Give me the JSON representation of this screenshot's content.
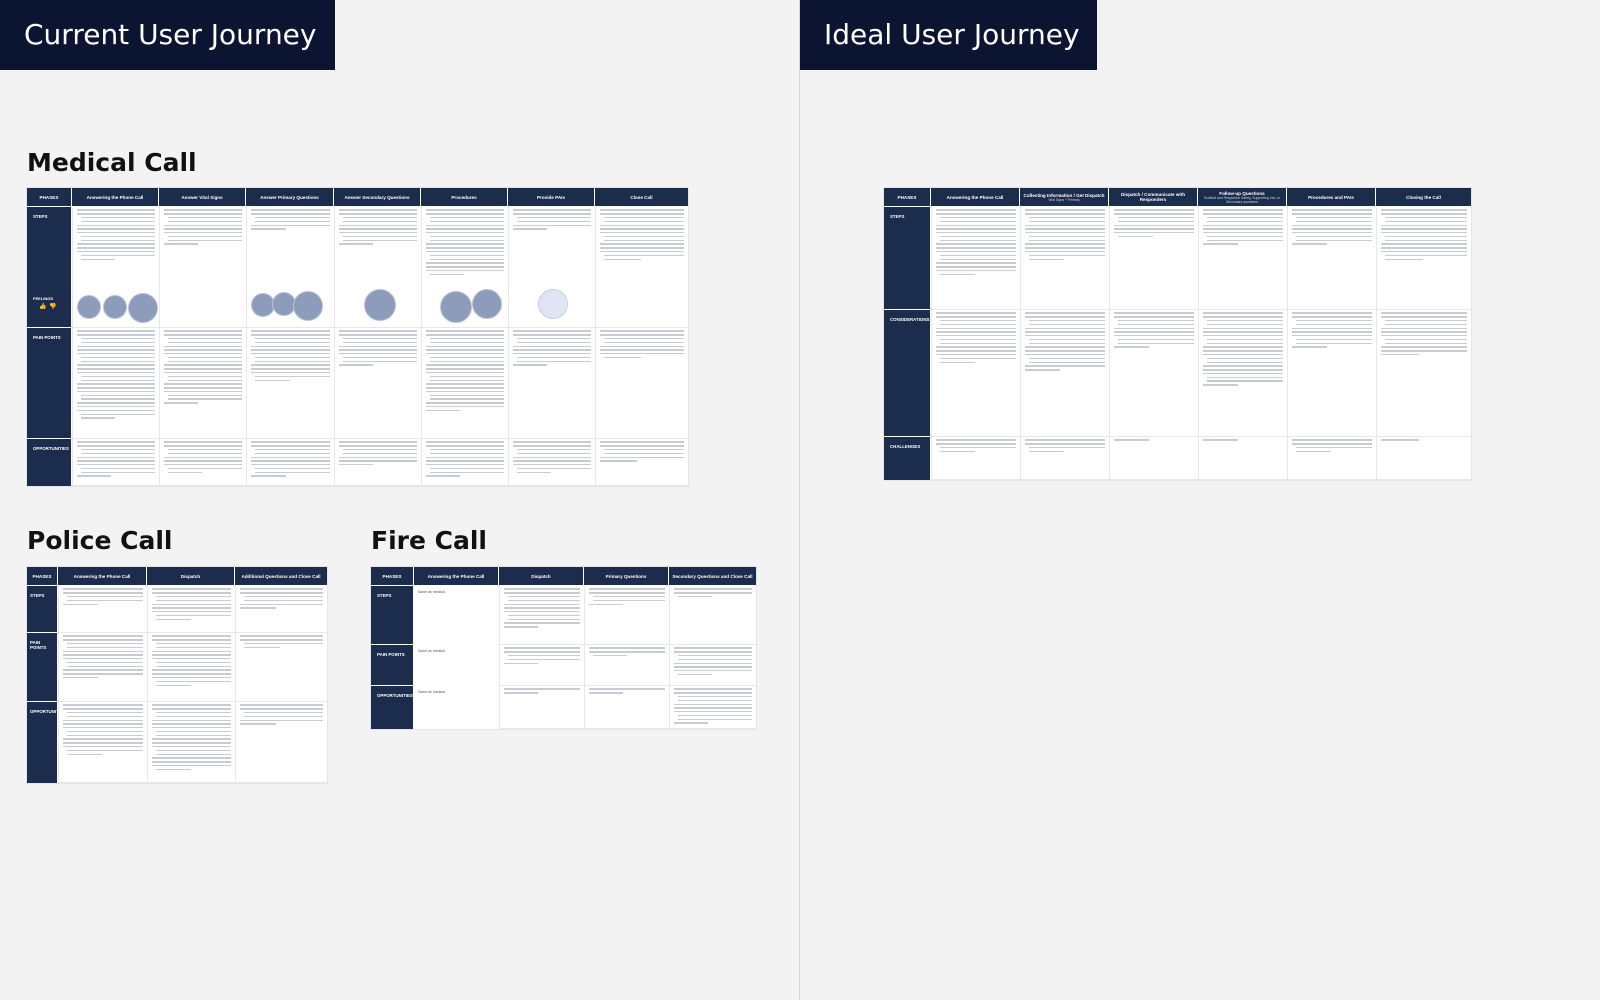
{
  "current_journey": {
    "title": "Current User Journey",
    "medical": {
      "title": "Medical Call",
      "phases_label": "PHASES",
      "phases": [
        "Answering the Phone Call",
        "Answer Vital Signs",
        "Answer Primary Questions",
        "Answer Secondary Questions",
        "Procedures",
        "Provide PAIs",
        "Close Call"
      ],
      "rows": [
        "STEPS",
        "PAIN POINTS",
        "OPPORTUNITIES"
      ],
      "feelings_label": "FEELINGS"
    },
    "police": {
      "title": "Police Call",
      "phases_label": "PHASES",
      "phases": [
        "Answering the Phone Call",
        "Dispatch",
        "Additional Questions and Close Call"
      ],
      "rows": [
        "STEPS",
        "PAIN POINTS",
        "OPPORTUNITIES"
      ]
    },
    "fire": {
      "title": "Fire Call",
      "phases_label": "PHASES",
      "phases": [
        "Answering the Phone Call",
        "Dispatch",
        "Primary Questions",
        "Secondary Questions and Close Call"
      ],
      "rows": [
        "STEPS",
        "PAIN POINTS",
        "OPPORTUNITIES"
      ],
      "same_text": "Same as medical."
    }
  },
  "ideal_journey": {
    "title": "Ideal User Journey",
    "phases_label": "PHASES",
    "phases": [
      {
        "label": "Answering the Phone Call",
        "sub": ""
      },
      {
        "label": "Collecting Information / Get Dispatch",
        "sub": "Vital Signs + Primary"
      },
      {
        "label": "Dispatch / Communicate with Responders",
        "sub": ""
      },
      {
        "label": "Follow-up Questions",
        "sub": "Scaffold and Responder Safety, Supporting Info, to Secondary questions"
      },
      {
        "label": "Procedures and PAIs",
        "sub": ""
      },
      {
        "label": "Closing the Call",
        "sub": ""
      }
    ],
    "rows": [
      "STEPS",
      "CONSIDERATIONS",
      "CHALLENGES"
    ]
  },
  "colors": {
    "hero_bg": "#0b1430",
    "header": "#1c2c4c",
    "bubble": "#8e9cbc"
  }
}
